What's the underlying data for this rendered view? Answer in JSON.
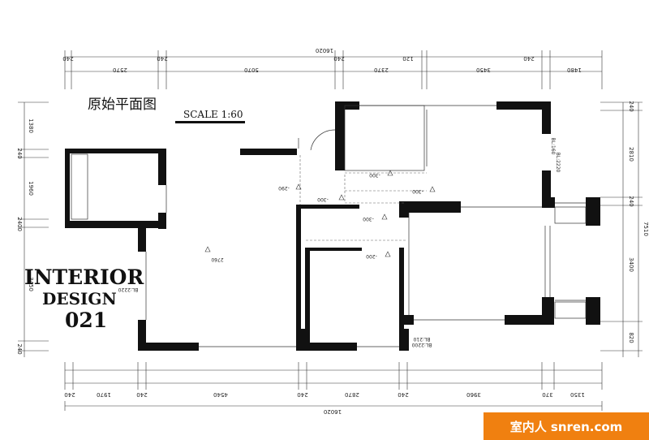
{
  "title": "原始平面图",
  "scale": "SCALE 1:60",
  "brand": {
    "line1": "INTERIOR",
    "line2": "DESIGN",
    "line3": "021"
  },
  "watermark": "室内人 snren.com",
  "top_total": "16020",
  "top_dims": [
    "240",
    "2570",
    "240",
    "5070",
    "240",
    "2370",
    "120",
    "3450",
    "240",
    "1480"
  ],
  "bottom_dims": [
    "240",
    "1970",
    "240",
    "4540",
    "240",
    "2870",
    "240",
    "3960",
    "370",
    "1350"
  ],
  "bottom_total": "16020",
  "left_dims": [
    "1380",
    "240",
    "1960",
    "2400",
    "3450",
    "240"
  ],
  "right_dims": [
    "240",
    "2810",
    "240",
    "3400",
    "820"
  ],
  "right_total": "7510",
  "level_marks": [
    "-300",
    "-300",
    "-290",
    "-300",
    "-300",
    "-200",
    "2760"
  ],
  "beam_notes": [
    "BL:2220",
    "BL:160",
    "BL:2200",
    "BL:210",
    "BL:2220"
  ],
  "colors": {
    "wall": "#111111",
    "line": "#333333",
    "watermark": "#f08010"
  }
}
